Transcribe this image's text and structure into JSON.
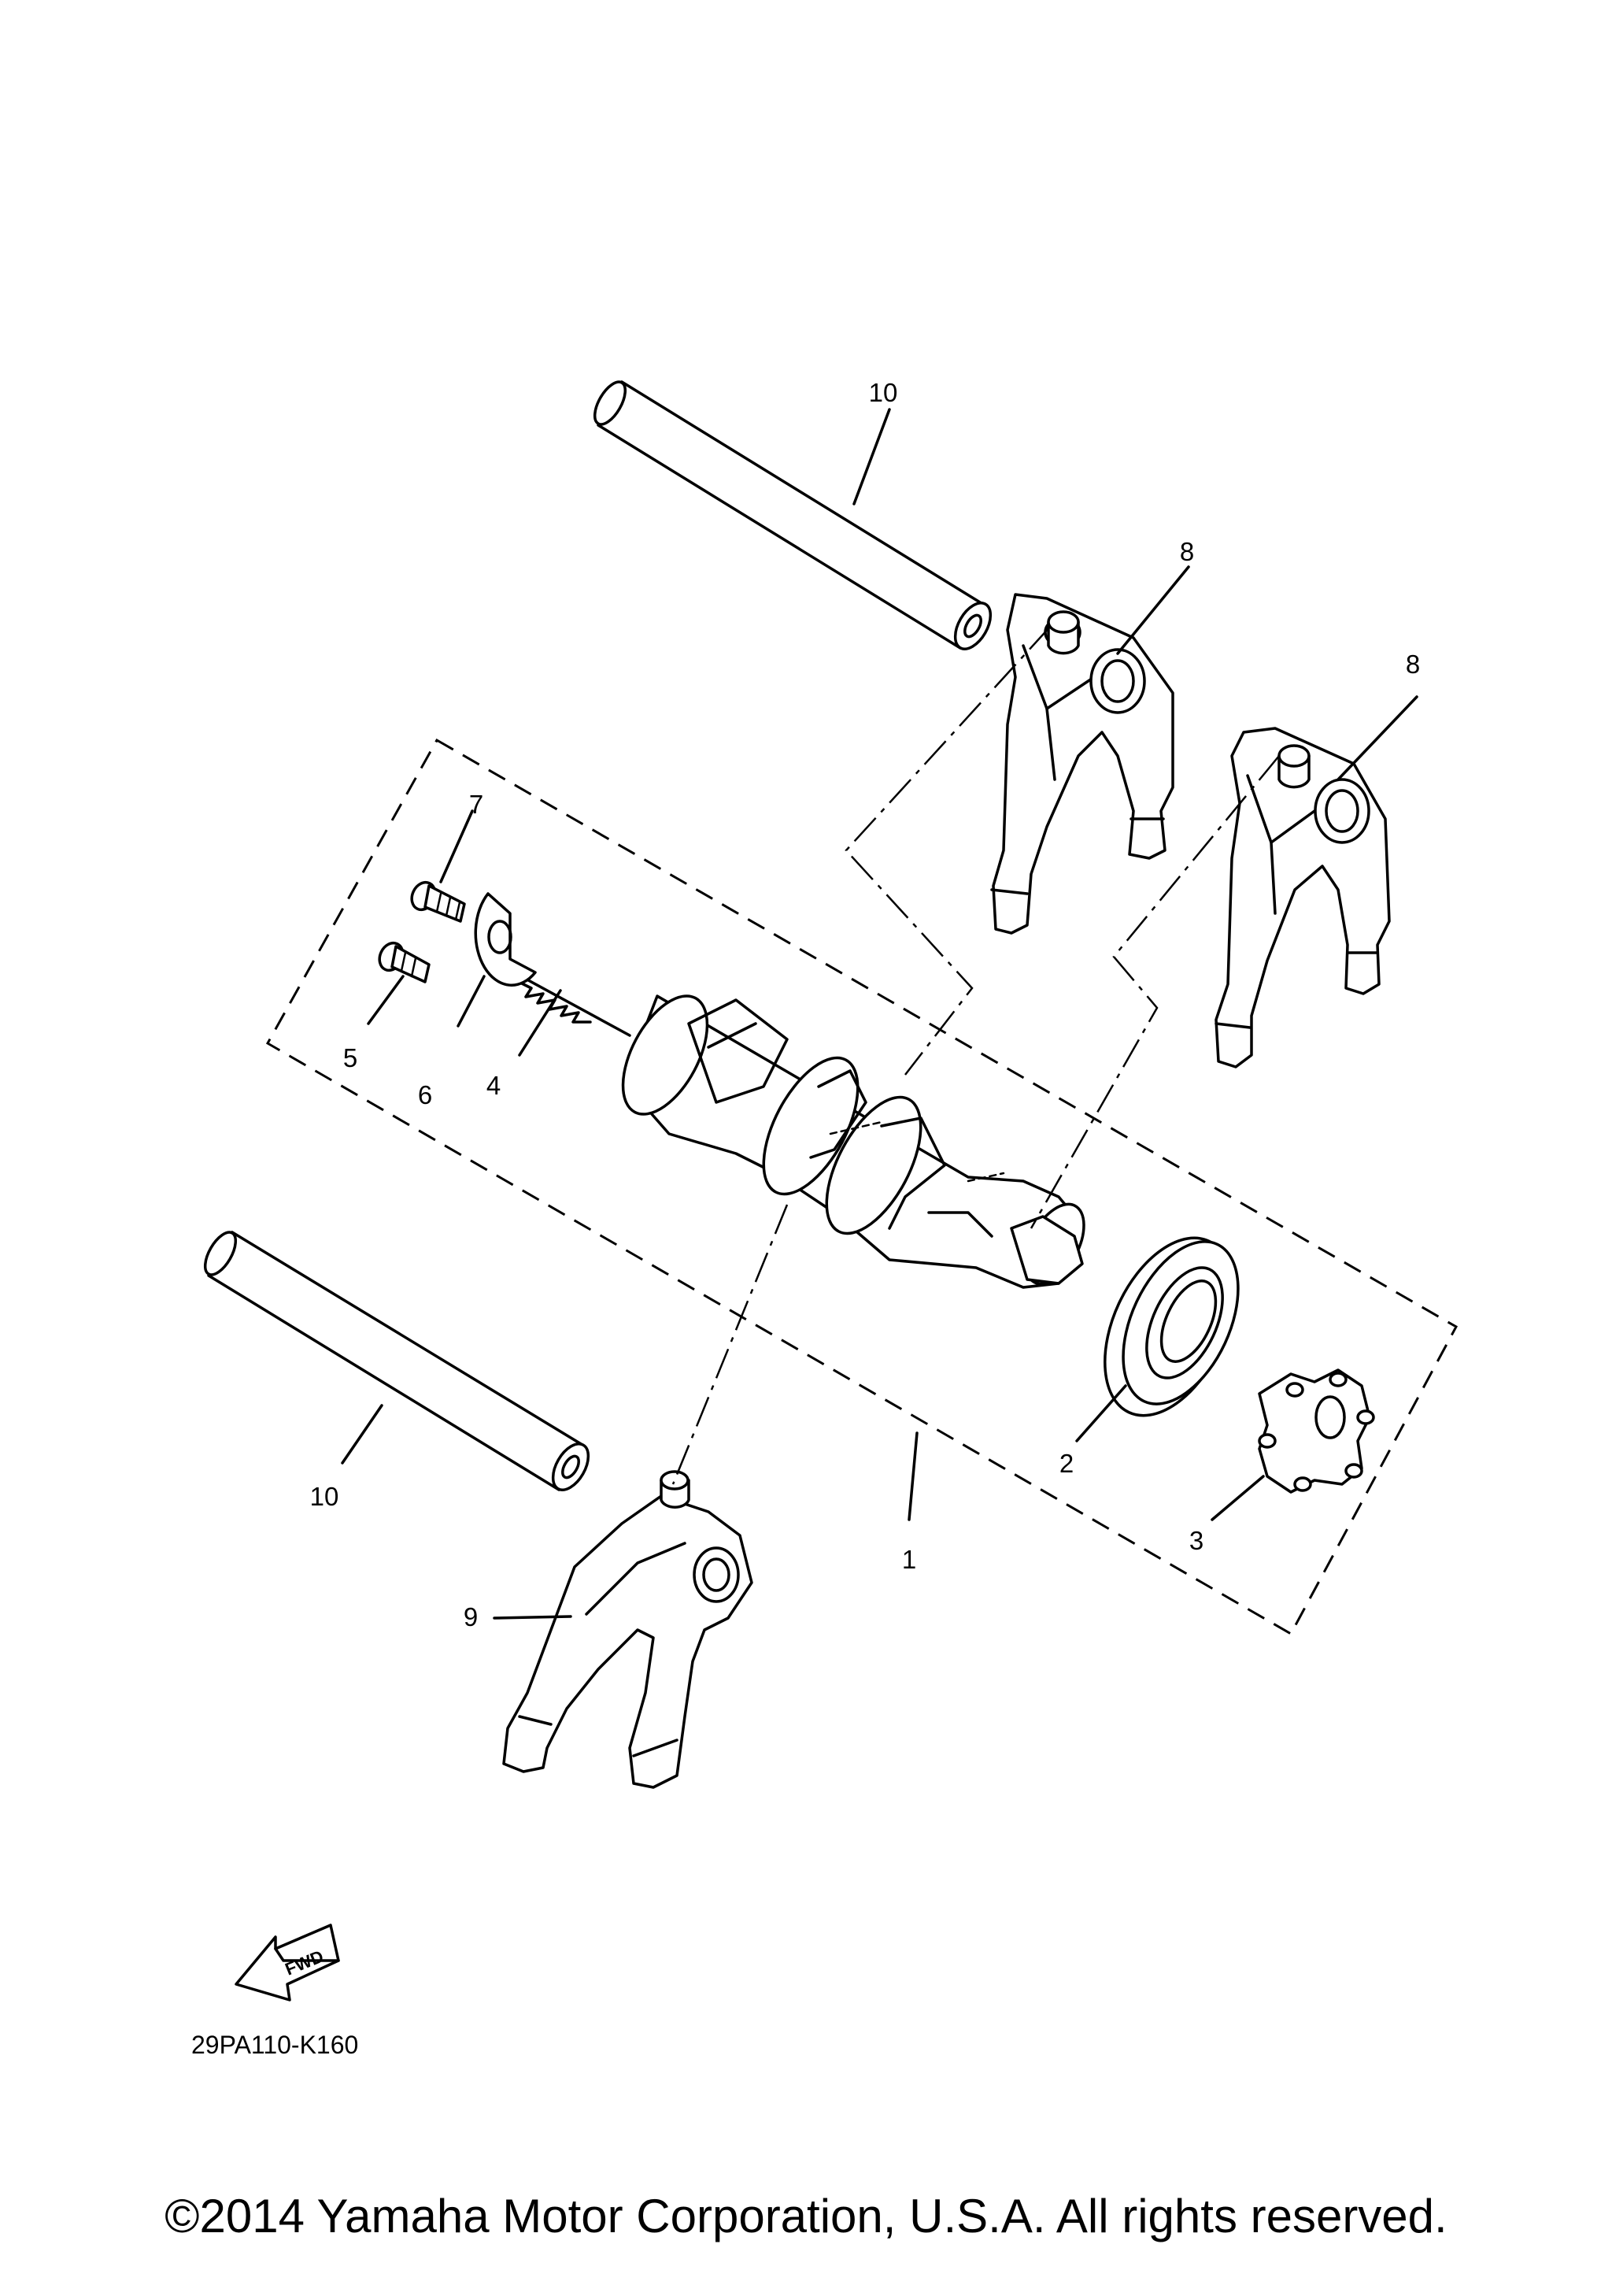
{
  "callouts": {
    "c1": "1",
    "c2": "2",
    "c3": "3",
    "c4": "4",
    "c5": "5",
    "c6": "6",
    "c7": "7",
    "c8a": "8",
    "c8b": "8",
    "c9": "9",
    "c10a": "10",
    "c10b": "10"
  },
  "fwd_label": "FWD",
  "diagram_code": "29PA110-K160",
  "copyright": "©2014 Yamaha Motor Corporation, U.S.A. All rights reserved."
}
